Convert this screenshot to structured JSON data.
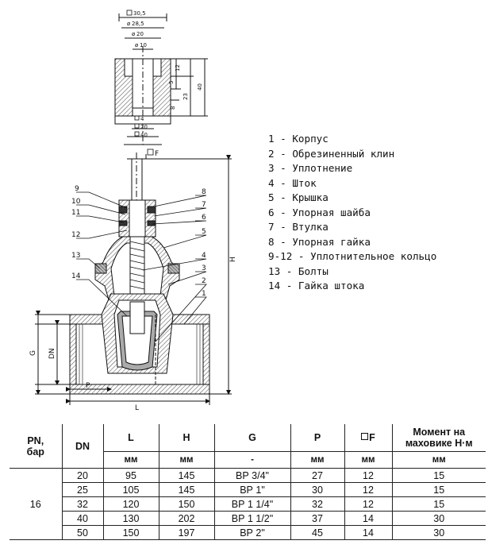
{
  "drawing": {
    "top_view": {
      "dim_square_outer": "30,5",
      "dim_dia_1": "28,5",
      "dim_dia_2": "20",
      "dim_dia_3": "10",
      "dim_right_12": "12",
      "dim_right_5": "5",
      "dim_right_40": "40",
      "dim_right_23": "23",
      "dim_right_8": "8",
      "dim_bottom_4": "4",
      "dim_bottom_20": "20",
      "dim_bottom_40": "40"
    },
    "main_view": {
      "dim_F": "F",
      "dim_H": "H",
      "dim_G": "G",
      "dim_DN": "DN",
      "dim_P": "P",
      "dim_L": "L",
      "leaders_left": [
        "9",
        "10",
        "11",
        "12",
        "13",
        "14"
      ],
      "leaders_right": [
        "8",
        "7",
        "6",
        "5",
        "4",
        "3",
        "2",
        "1"
      ]
    }
  },
  "legend": [
    "1 - Корпус",
    "2 - Обрезиненный клин",
    "3 - Уплотнение",
    "4 - Шток",
    "5 - Крышка",
    "6 - Упорная шайба",
    "7 - Втулка",
    "8 - Упорная гайка",
    "9-12 - Уплотнительное кольцо",
    "13 - Болты",
    "14 - Гайка штока"
  ],
  "table": {
    "headers": {
      "pn": "PN,\nбар",
      "dn": "DN",
      "l": "L",
      "h": "H",
      "g": "G",
      "p": "P",
      "f": "F",
      "moment": "Момент на\nмаховике Н·м"
    },
    "units": {
      "l": "мм",
      "h": "мм",
      "g": "-",
      "p": "мм",
      "f": "мм",
      "moment": "мм"
    },
    "pn_value": "16",
    "rows": [
      {
        "dn": "20",
        "l": "95",
        "h": "145",
        "g": "ВР 3/4\"",
        "p": "27",
        "f": "12",
        "m": "15"
      },
      {
        "dn": "25",
        "l": "105",
        "h": "145",
        "g": "ВР 1\"",
        "p": "30",
        "f": "12",
        "m": "15"
      },
      {
        "dn": "32",
        "l": "120",
        "h": "150",
        "g": "ВР 1 1/4\"",
        "p": "32",
        "f": "12",
        "m": "15"
      },
      {
        "dn": "40",
        "l": "130",
        "h": "202",
        "g": "ВР 1 1/2\"",
        "p": "37",
        "f": "14",
        "m": "30"
      },
      {
        "dn": "50",
        "l": "150",
        "h": "197",
        "g": "ВР 2\"",
        "p": "45",
        "f": "14",
        "m": "30"
      }
    ]
  }
}
